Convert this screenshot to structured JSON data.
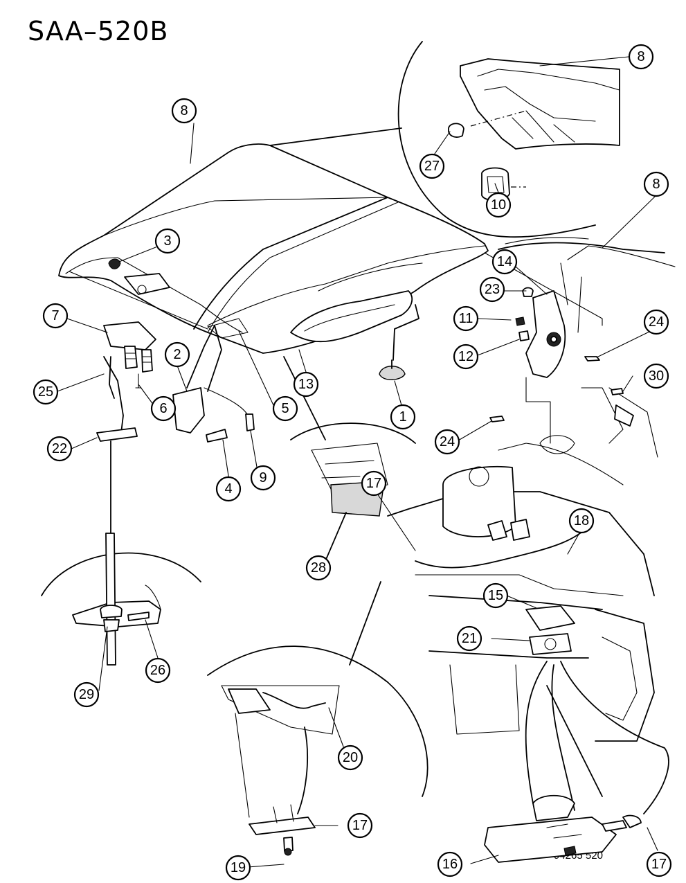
{
  "title": "SAA–520B",
  "drawing_code": "94265  520",
  "callouts": [
    {
      "label": "8"
    },
    {
      "label": "8"
    },
    {
      "label": "8"
    },
    {
      "label": "27"
    },
    {
      "label": "10"
    },
    {
      "label": "3"
    },
    {
      "label": "7"
    },
    {
      "label": "2"
    },
    {
      "label": "25"
    },
    {
      "label": "6"
    },
    {
      "label": "5"
    },
    {
      "label": "13"
    },
    {
      "label": "1"
    },
    {
      "label": "22"
    },
    {
      "label": "4"
    },
    {
      "label": "9"
    },
    {
      "label": "14"
    },
    {
      "label": "23"
    },
    {
      "label": "11"
    },
    {
      "label": "12"
    },
    {
      "label": "24"
    },
    {
      "label": "24"
    },
    {
      "label": "30"
    },
    {
      "label": "28"
    },
    {
      "label": "17"
    },
    {
      "label": "18"
    },
    {
      "label": "15"
    },
    {
      "label": "21"
    },
    {
      "label": "29"
    },
    {
      "label": "26"
    },
    {
      "label": "20"
    },
    {
      "label": "17"
    },
    {
      "label": "19"
    },
    {
      "label": "16"
    },
    {
      "label": "17"
    }
  ]
}
